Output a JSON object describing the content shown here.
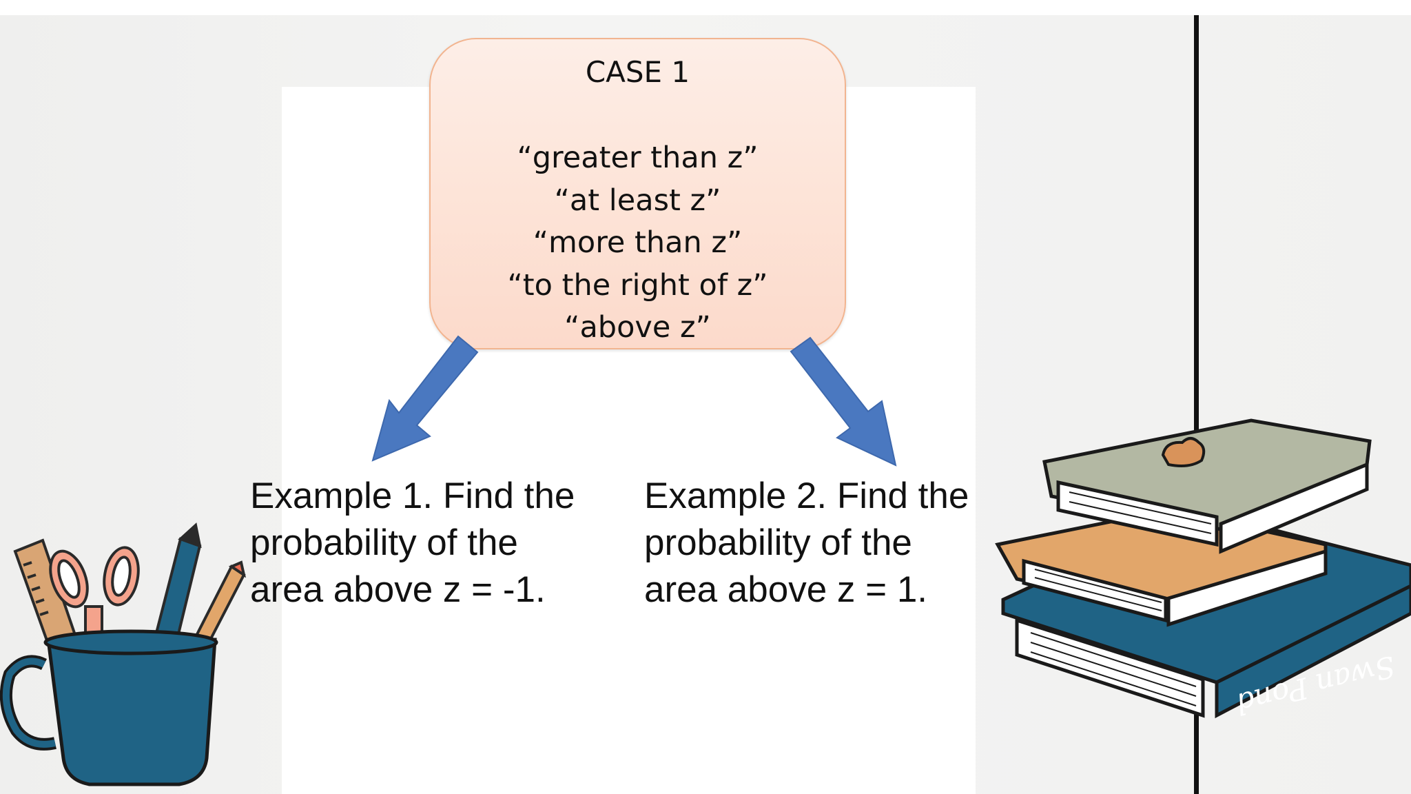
{
  "case_box": {
    "title": "CASE 1",
    "phrases": [
      "“greater than z”",
      "“at least z”",
      "“more than z”",
      "“to the right of z”",
      "“above z”"
    ]
  },
  "examples": [
    {
      "lines": [
        "Example 1. Find the",
        "probability of the",
        "area above z = -1."
      ]
    },
    {
      "lines": [
        "Example 2. Find the",
        "probability of the",
        "area above z = 1."
      ]
    }
  ],
  "books": {
    "spine_text": "Swan Pond"
  },
  "colors": {
    "arrow": "#4a78c0",
    "box_border": "#f2b48f",
    "mug": "#1f6385",
    "book_teal": "#1f6385",
    "book_tan": "#e2a66a",
    "book_gray": "#b3b8a3"
  },
  "icons": [
    "left-arrow-icon",
    "right-arrow-icon",
    "pencil-cup-icon",
    "book-stack-icon"
  ]
}
